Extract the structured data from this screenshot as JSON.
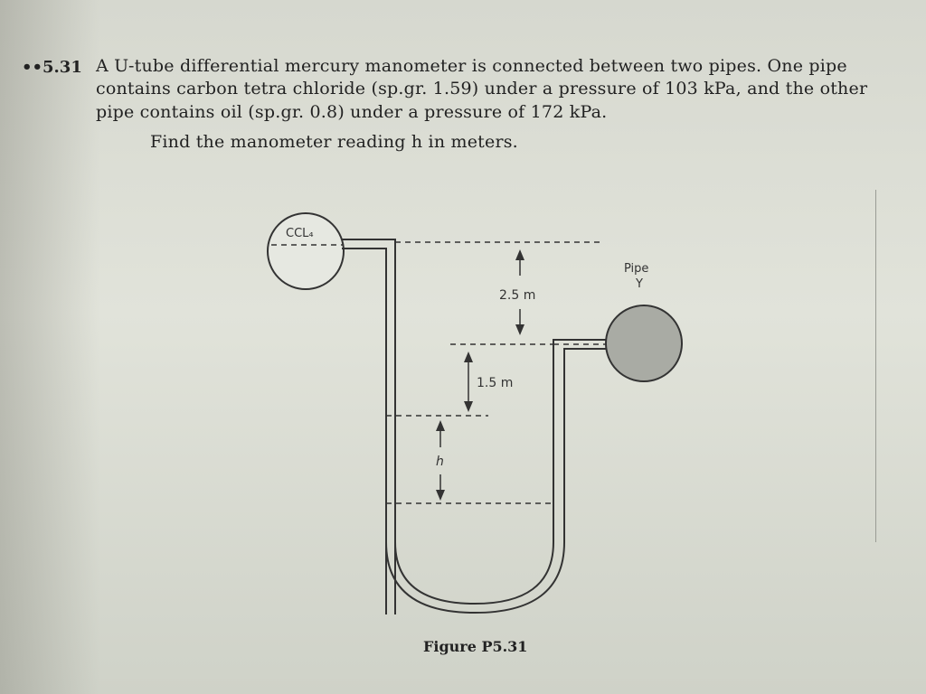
{
  "problem": {
    "number": "••5.31",
    "lines": [
      "A U-tube differential mercury manometer is connected between two pipes. One pipe",
      "contains carbon tetra chloride (sp.gr. 1.59) under a pressure of 103 kPa, and the other",
      "pipe contains oil (sp.gr. 0.8) under a pressure of 172 kPa.",
      "Find the manometer reading h in meters."
    ]
  },
  "figure": {
    "left_pipe_label": "CCL₄",
    "right_pipe_label_line1": "Pipe",
    "right_pipe_label_line2": "Y",
    "dim_top": "2.5 m",
    "dim_mid": "1.5 m",
    "dim_h": "h",
    "caption": "Figure P5.31"
  }
}
